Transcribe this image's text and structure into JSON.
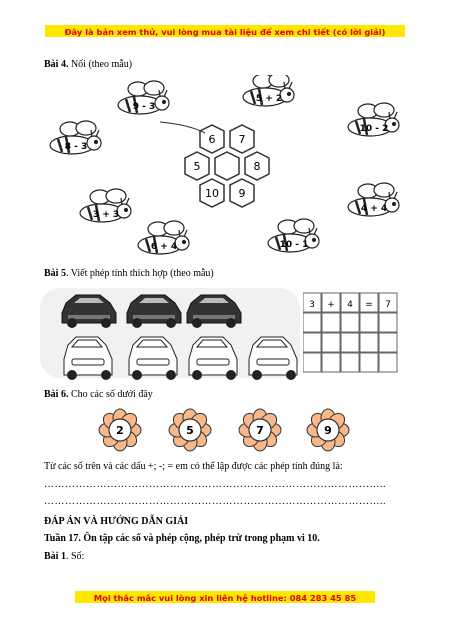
{
  "banner_top": "Đây là bản xem thử, vui lòng mua tài liệu để xem chi tiết (có lời giải)",
  "bai4": {
    "label": "Bài 4.",
    "text": "Nối (theo mẫu)"
  },
  "bees": [
    "9 - 3",
    "5 + 2",
    "8 - 3",
    "10 - 2",
    "3 + 3",
    "4 + 4",
    "6 + 4",
    "10 - 1"
  ],
  "hexagons": [
    "6",
    "7",
    "5",
    "8",
    "10",
    "9"
  ],
  "bai5": {
    "label": "Bài 5",
    "text": ". Viết phép tính thích hợp (theo mẫu)"
  },
  "grid_example": [
    "3",
    "+",
    "4",
    "=",
    "7"
  ],
  "bai6": {
    "label": "Bài 6.",
    "text": "Cho các số dưới đây"
  },
  "flowers": [
    "2",
    "5",
    "7",
    "9"
  ],
  "question": "Từ các số trên và các dấu +; -; = em có thể lập được các phép tính đúng là:",
  "dots1": "……………………………………………………………………………………..",
  "dots2": "……………………………………………………………………………………..",
  "answer_title": "ĐÁP ÁN VÀ HƯỚNG DẪN GIẢI",
  "week": "Tuần 17. Ôn tập các số và phép cộng, phép trừ trong phạm vi 10.",
  "bai1": {
    "label": "Bài 1",
    "text": ". Số:"
  },
  "banner_bottom": "Mọi thắc mắc vui lòng xin liên hệ hotline: 084 283 45 85"
}
